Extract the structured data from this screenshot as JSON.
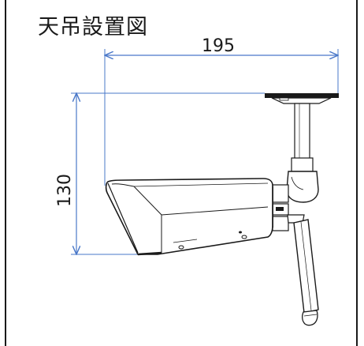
{
  "diagram": {
    "title": "天吊設置図",
    "dimensions": {
      "width": "195",
      "height": "130"
    },
    "colors": {
      "dimension_line": "#4a78c9",
      "outline": "#1a1a1a",
      "frame": "#1a1a1a"
    }
  }
}
